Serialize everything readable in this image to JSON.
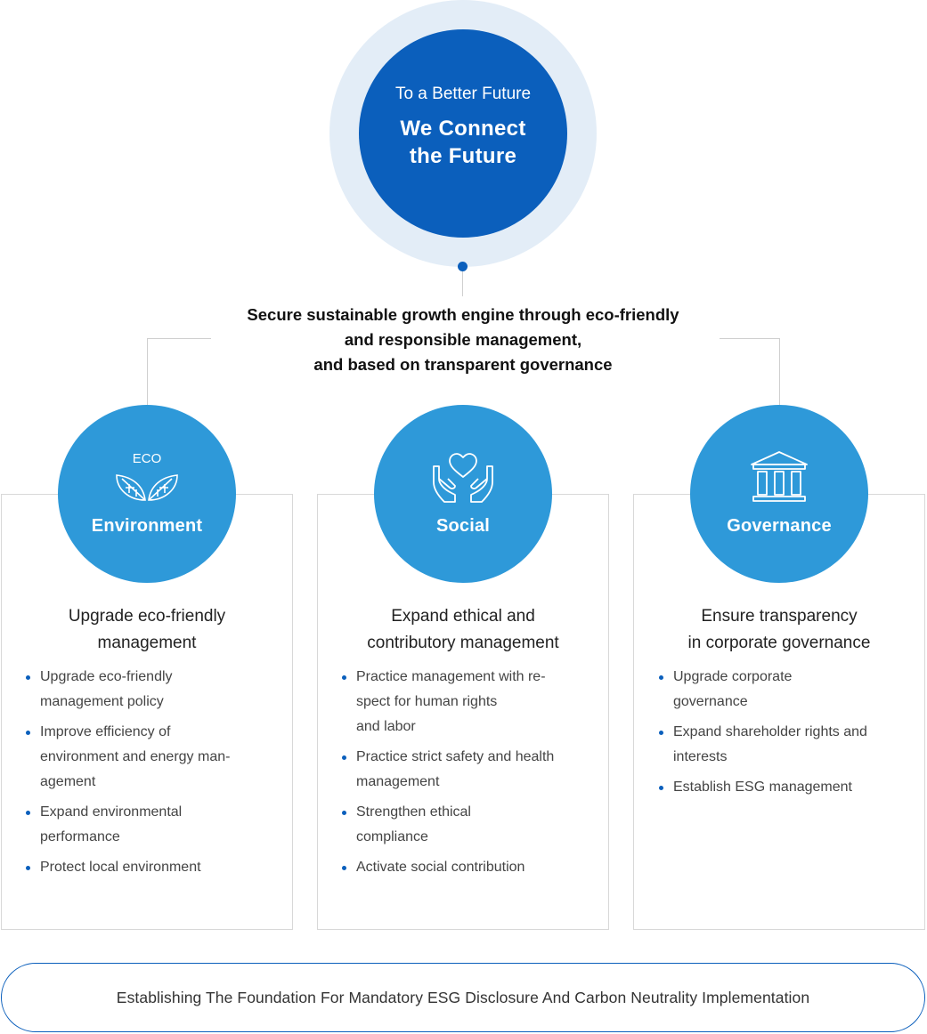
{
  "hero": {
    "subtitle": "To a Better Future",
    "title_line1": "We Connect",
    "title_line2": "the Future"
  },
  "mission": {
    "line1": "Secure sustainable growth engine through eco-friendly",
    "line2": "and responsible management,",
    "line3": "and based on transparent governance"
  },
  "pillars": [
    {
      "name": "Environment",
      "icon": "eco-leaves-icon",
      "icon_text": "ECO",
      "title_line1": "Upgrade eco-friendly",
      "title_line2": "management",
      "items": [
        [
          "Upgrade eco-friendly",
          "management policy"
        ],
        [
          "Improve efficiency of",
          "environment and energy man-",
          "agement"
        ],
        [
          "Expand environmental",
          "performance"
        ],
        [
          "Protect local environment"
        ]
      ]
    },
    {
      "name": "Social",
      "icon": "heart-hands-icon",
      "title_line1": "Expand ethical and",
      "title_line2": "contributory management",
      "items": [
        [
          "Practice management with re-",
          "spect for human rights",
          "and labor"
        ],
        [
          "Practice strict safety and health",
          "management"
        ],
        [
          "Strengthen ethical",
          "compliance"
        ],
        [
          "Activate social contribution"
        ]
      ]
    },
    {
      "name": "Governance",
      "icon": "institution-building-icon",
      "title_line1": "Ensure transparency",
      "title_line2": "in corporate governance",
      "items": [
        [
          "Upgrade corporate",
          "governance"
        ],
        [
          "Expand shareholder rights and",
          "interests"
        ],
        [
          "Establish ESG management"
        ]
      ]
    }
  ],
  "footer": {
    "text": "Establishing The Foundation For Mandatory ESG Disclosure And Carbon Neutrality Implementation"
  },
  "colors": {
    "primary": "#0b5fbc",
    "pillar": "#2e99d9",
    "halo": "#e3edf7"
  }
}
